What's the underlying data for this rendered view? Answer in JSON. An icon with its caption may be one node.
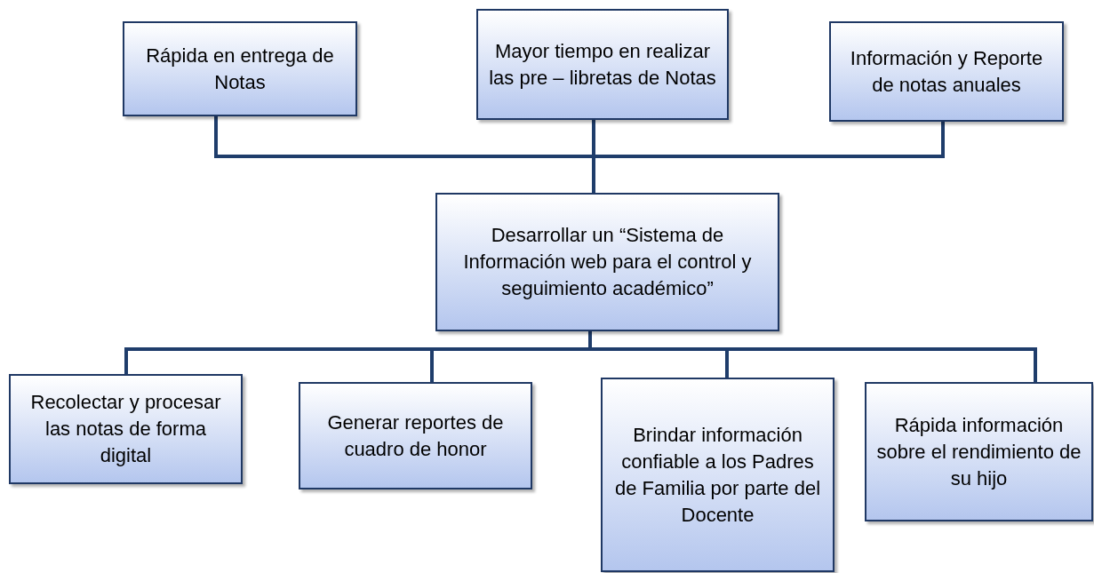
{
  "diagram": {
    "nodes": [
      {
        "text": [
          "Rápida en entrega de Notas"
        ]
      },
      {
        "text": [
          "Mayor tiempo en realizar las pre – libretas de Notas"
        ]
      },
      {
        "text": [
          "Información y Reporte de notas anuales"
        ]
      },
      {
        "text": [
          "Desarrollar un “Sistema de Información web para el control y seguimiento académico”"
        ]
      },
      {
        "text": [
          "Recolectar y procesar las notas de forma digital"
        ]
      },
      {
        "text": [
          "Generar reportes de cuadro de honor"
        ]
      },
      {
        "text": [
          "Brindar información confiable a los Padres de Familia por parte del Docente"
        ]
      },
      {
        "text": [
          "Rápida información sobre el rendimiento de su hijo"
        ]
      }
    ],
    "edges": [
      {
        "from": 0,
        "to": 3,
        "arrow": "none"
      },
      {
        "from": 1,
        "to": 3,
        "arrow": "none"
      },
      {
        "from": 2,
        "to": 3,
        "arrow": "none"
      },
      {
        "from": 3,
        "to": 4,
        "arrow": "none"
      },
      {
        "from": 3,
        "to": 5,
        "arrow": "none"
      },
      {
        "from": 3,
        "to": 6,
        "arrow": "none"
      },
      {
        "from": 3,
        "to": 7,
        "arrow": "none"
      }
    ]
  }
}
